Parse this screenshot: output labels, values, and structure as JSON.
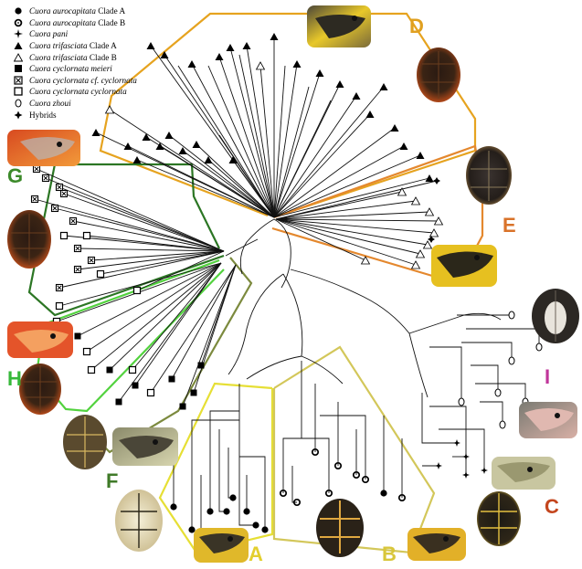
{
  "legend": [
    {
      "symbol": "filled-circle",
      "species": "Cuora aurocapitata",
      "suffix": " Clade A"
    },
    {
      "symbol": "dotted-circle",
      "species": "Cuora aurocapitata",
      "suffix": " Clade B"
    },
    {
      "symbol": "four-point-star",
      "species": "Cuora pani",
      "suffix": ""
    },
    {
      "symbol": "filled-triangle",
      "species": "Cuora trifasciata",
      "suffix": " Clade A"
    },
    {
      "symbol": "open-triangle",
      "species": "Cuora trifasciata",
      "suffix": " Clade B"
    },
    {
      "symbol": "filled-square",
      "species": "Cuora cyclornata meieri",
      "suffix": ""
    },
    {
      "symbol": "crossed-square",
      "species": "Cuora cyclornata cf. cyclornata",
      "suffix": ""
    },
    {
      "symbol": "open-square",
      "species": "Cuora cyclornata cyclornata",
      "suffix": ""
    },
    {
      "symbol": "open-o",
      "species": "Cuora zhoui",
      "suffix": ""
    },
    {
      "symbol": "hybrid-cross",
      "species": "",
      "suffix": "Hybrids"
    }
  ],
  "clades": [
    {
      "letter": "D",
      "color": "#e0a020"
    },
    {
      "letter": "E",
      "color": "#d9732a"
    },
    {
      "letter": "G",
      "color": "#3c8a2a"
    },
    {
      "letter": "H",
      "color": "#36b83a"
    },
    {
      "letter": "F",
      "color": "#3f7a28"
    },
    {
      "letter": "A",
      "color": "#e3cf2e"
    },
    {
      "letter": "B",
      "color": "#d8c63a"
    },
    {
      "letter": "C",
      "color": "#c4461e"
    },
    {
      "letter": "I",
      "color": "#c0359a"
    }
  ],
  "colors": {
    "D": "#e8a520",
    "E": "#e48a30",
    "G": "#2f7a25",
    "H": "#55d040",
    "F": "#7d8a40",
    "A": "#e6e03a",
    "B": "#d6c95c",
    "tree": "#111111"
  }
}
